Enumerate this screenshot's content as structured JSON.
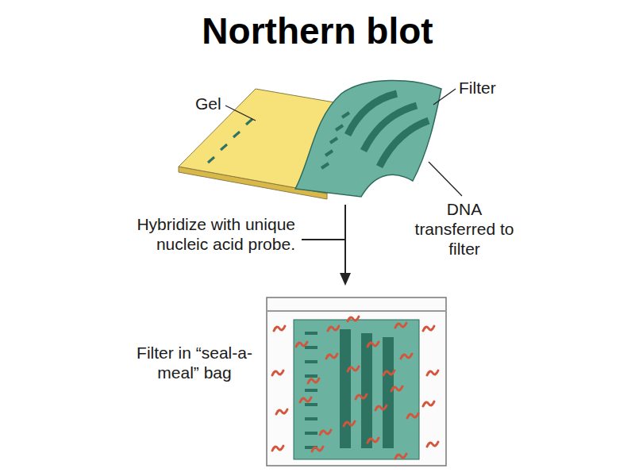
{
  "diagram": {
    "title": "Northern blot",
    "labels": [
      "Gel",
      "Filter",
      "DNA transferred to filter",
      "Hybridize with unique nucleic acid probe.",
      "Filter in “seal-a-meal” bag"
    ]
  }
}
